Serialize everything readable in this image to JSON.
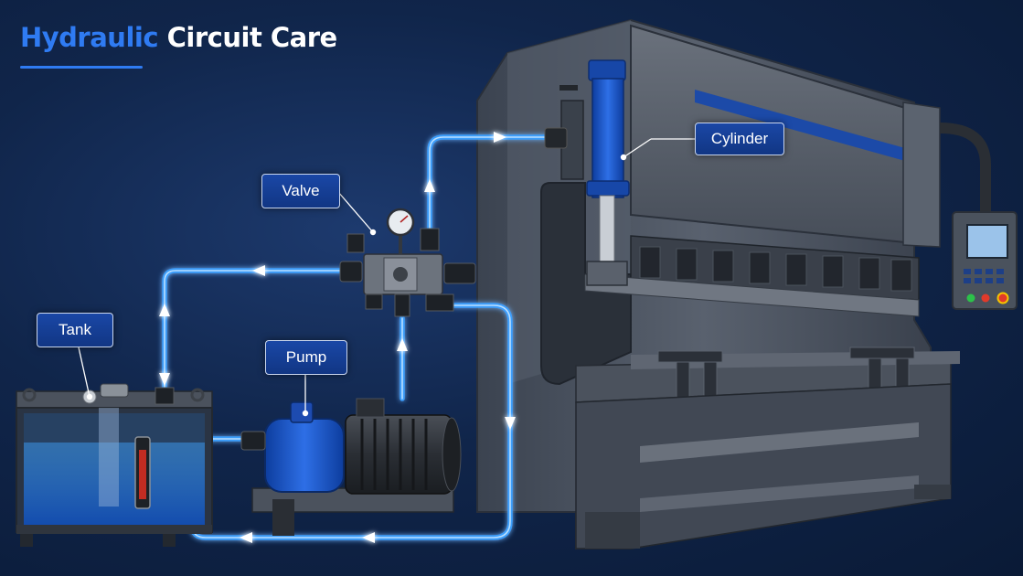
{
  "title": {
    "accent_word": "Hydraulic",
    "rest": "Circuit Care"
  },
  "labels": {
    "cylinder": "Cylinder",
    "valve": "Valve",
    "tank": "Tank",
    "pump": "Pump"
  },
  "colors": {
    "accent": "#2f7bf2",
    "background": "#10254a",
    "machine_body": "#4a5361",
    "fluid_glow": "#3aa0ff",
    "label_fill": "#1a47a6",
    "hydraulic_fluid": "#1f5fd0"
  },
  "icons": {
    "flow_arrows": "flow-arrow-icon",
    "gauge": "pressure-gauge-icon"
  }
}
